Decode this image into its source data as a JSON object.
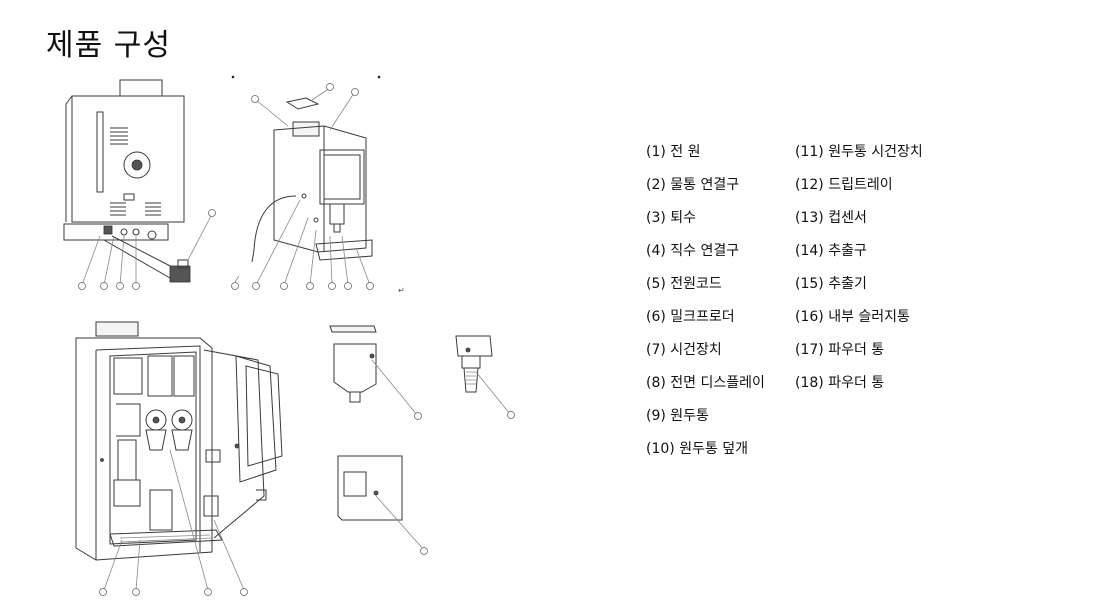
{
  "page": {
    "title": "제품 구성"
  },
  "legend": {
    "left": [
      "(1) 전 원",
      "(2) 물통 연결구",
      "(3) 퇴수",
      "(4) 직수 연결구",
      "(5) 전원코드",
      "(6) 밀크프로더",
      "(7) 시건장치",
      "(8) 전면 디스플레이",
      "(9) 원두통",
      "(10) 원두통 덮개"
    ],
    "right": [
      "(11) 원두통 시건장치",
      "(12) 드립트레이",
      "(13) 컵센서",
      "(14) 추출구",
      "(15) 추출기",
      "(16) 내부 슬러지통",
      "(17) 파우더 통",
      "(18) 파우더 통"
    ]
  }
}
